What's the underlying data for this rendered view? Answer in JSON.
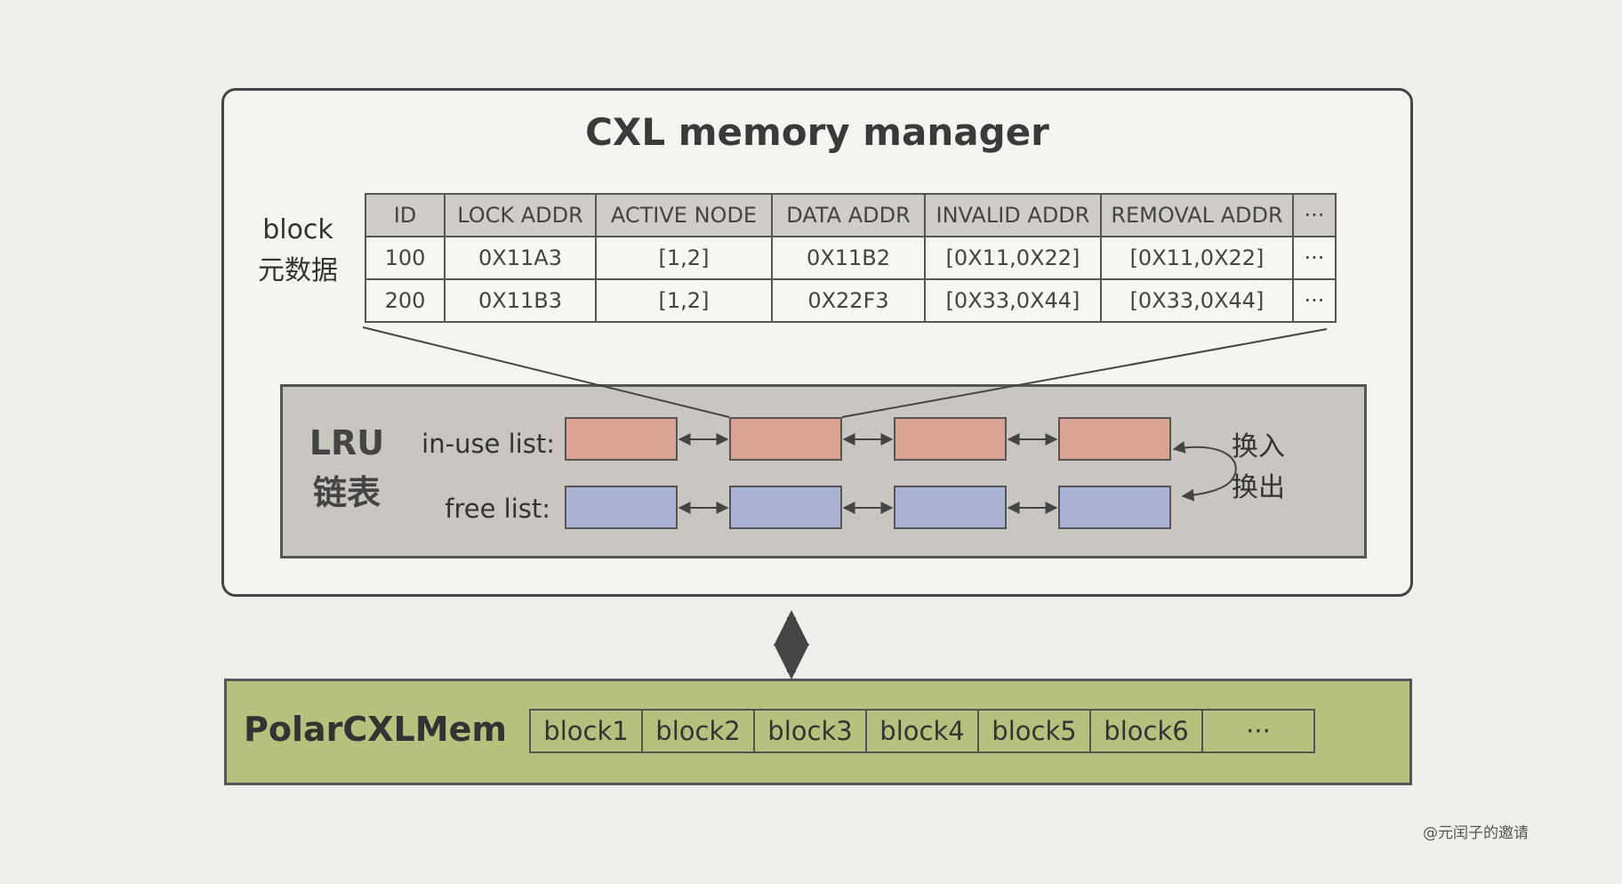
{
  "title": "CXL memory manager",
  "metadata": {
    "label_line1": "block",
    "label_line2": "元数据",
    "headers": [
      "ID",
      "LOCK ADDR",
      "ACTIVE NODE",
      "DATA ADDR",
      "INVALID ADDR",
      "REMOVAL ADDR",
      "···"
    ],
    "rows": [
      [
        "100",
        "0X11A3",
        "[1,2]",
        "0X11B2",
        "[0X11,0X22]",
        "[0X11,0X22]",
        "···"
      ],
      [
        "200",
        "0X11B3",
        "[1,2]",
        "0X22F3",
        "[0X33,0X44]",
        "[0X33,0X44]",
        "···"
      ]
    ]
  },
  "lru": {
    "title_line1": "LRU",
    "title_line2": "链表",
    "inuse_label": "in-use list:",
    "free_label": "free list:",
    "swap_line1": "换入",
    "swap_line2": "换出"
  },
  "polarcxlmem": {
    "title": "PolarCXLMem",
    "blocks": [
      "block1",
      "block2",
      "block3",
      "block4",
      "block5",
      "block6",
      "···"
    ]
  },
  "watermark": "@元闰子的邀请",
  "colors": {
    "inuse_node": "#d9a293",
    "free_node": "#aab2d6",
    "lru_bg": "#c9c5c0",
    "polarcxlmem_bg": "#b4c27e"
  }
}
